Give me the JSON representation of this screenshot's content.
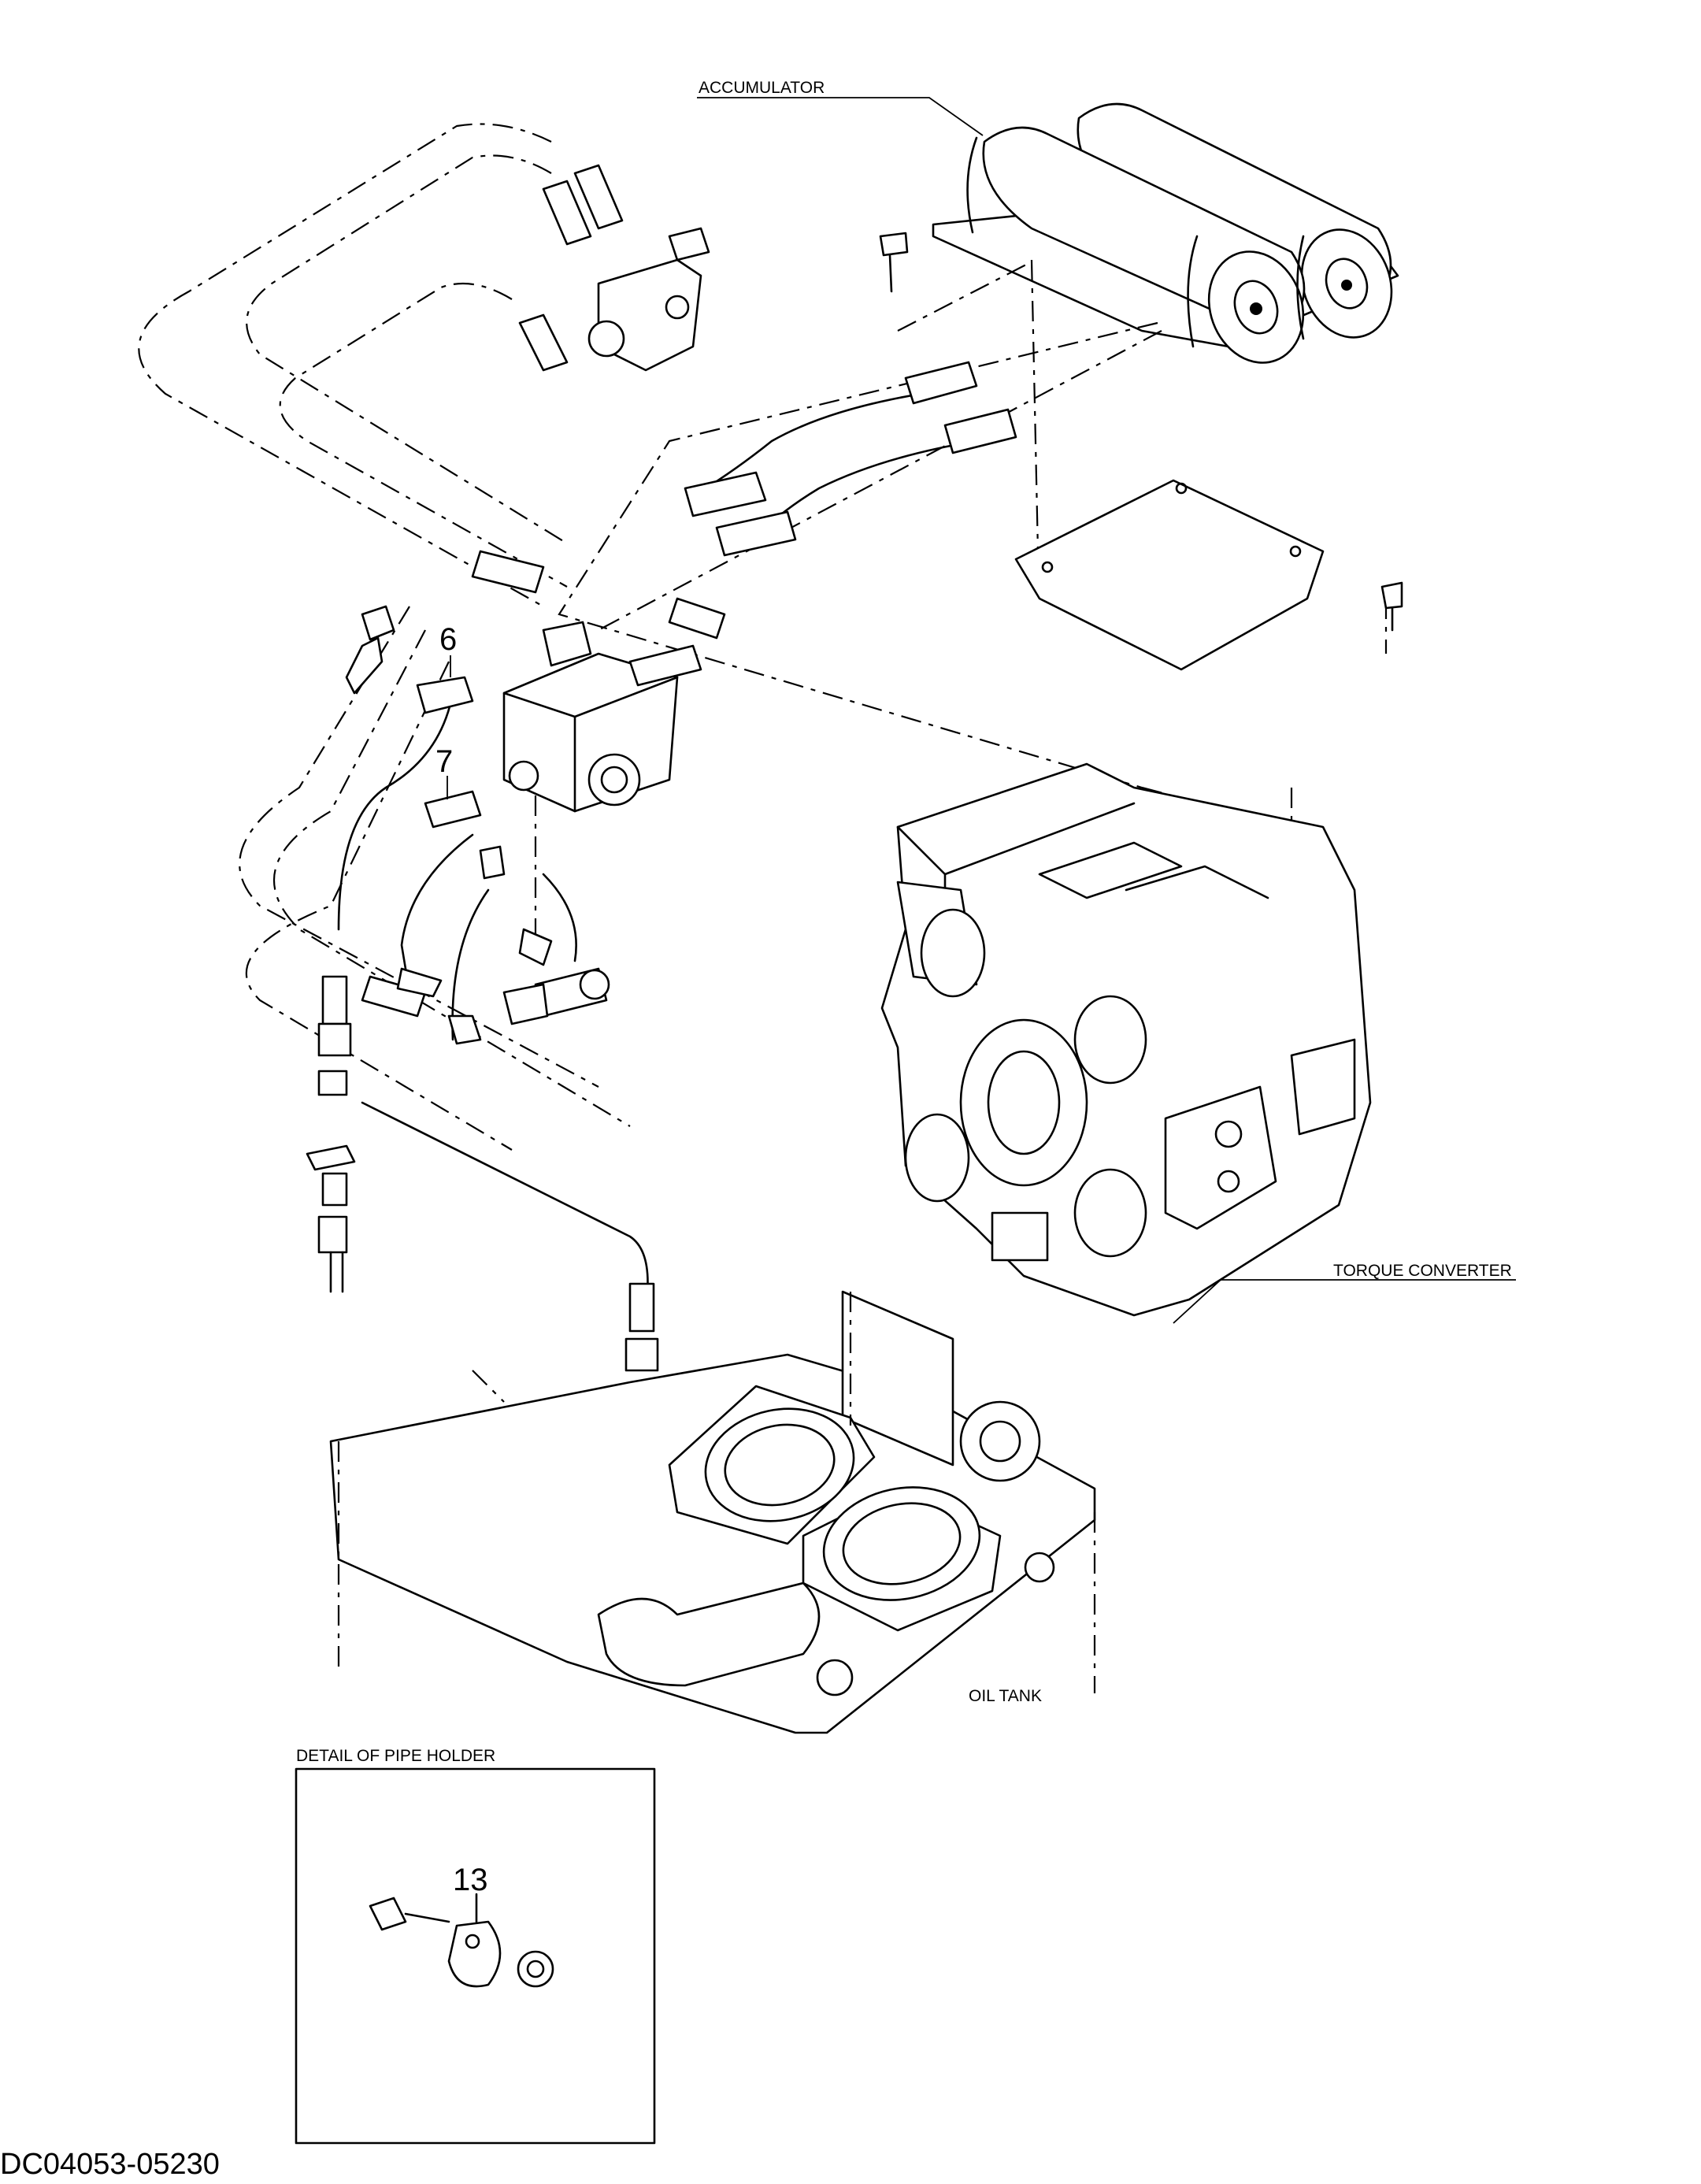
{
  "labels": {
    "accumulator": "ACCUMULATOR",
    "torque_converter": "TORQUE CONVERTER",
    "oil_tank": "OIL TANK",
    "detail_pipe_holder": "DETAIL OF PIPE HOLDER"
  },
  "callouts": {
    "item_6": "6",
    "item_7": "7",
    "item_13": "13"
  },
  "drawing_code": "DC04053-05230"
}
